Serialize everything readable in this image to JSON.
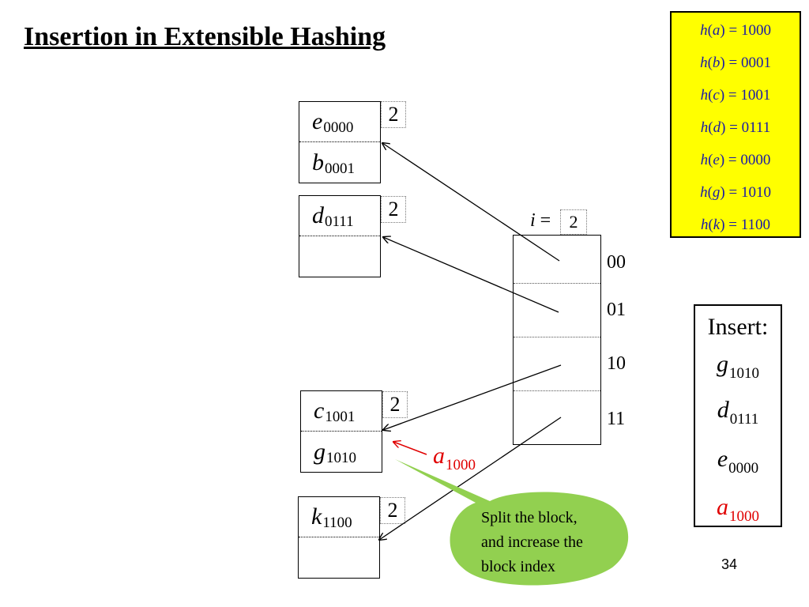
{
  "title": "Insertion in Extensible Hashing",
  "hash_table": [
    {
      "key": "a",
      "code": "1000"
    },
    {
      "key": "b",
      "code": "0001"
    },
    {
      "key": "c",
      "code": "1001"
    },
    {
      "key": "d",
      "code": "0111"
    },
    {
      "key": "e",
      "code": "0000"
    },
    {
      "key": "g",
      "code": "1010"
    },
    {
      "key": "k",
      "code": "1100"
    }
  ],
  "buckets": [
    {
      "depth": "2",
      "entries": [
        {
          "sym": "e",
          "sub": "0000"
        },
        {
          "sym": "b",
          "sub": "0001"
        }
      ]
    },
    {
      "depth": "2",
      "entries": [
        {
          "sym": "d",
          "sub": "0111"
        },
        {
          "sym": "",
          "sub": ""
        }
      ]
    },
    {
      "depth": "2",
      "entries": [
        {
          "sym": "c",
          "sub": "1001"
        },
        {
          "sym": "g",
          "sub": "1010"
        }
      ]
    },
    {
      "depth": "2",
      "entries": [
        {
          "sym": "k",
          "sub": "1100"
        },
        {
          "sym": "",
          "sub": ""
        }
      ]
    }
  ],
  "directory": {
    "i_label": "i =",
    "i_value": "2",
    "labels": [
      "00",
      "01",
      "10",
      "11"
    ]
  },
  "pending_insert": {
    "sym": "a",
    "sub": "1000"
  },
  "insert_panel": {
    "heading": "Insert:",
    "items": [
      {
        "sym": "g",
        "sub": "1010"
      },
      {
        "sym": "d",
        "sub": "0111"
      },
      {
        "sym": "e",
        "sub": "0000"
      },
      {
        "sym": "a",
        "sub": "1000"
      }
    ]
  },
  "callout": {
    "text_lines": [
      "Split the block,",
      "and increase the",
      "block index"
    ]
  },
  "page_number": "34",
  "colors": {
    "hash_box_bg": "#ffff00",
    "hash_text": "#1a1aa6",
    "highlight_red": "#e00000",
    "callout_green": "#92d050"
  }
}
